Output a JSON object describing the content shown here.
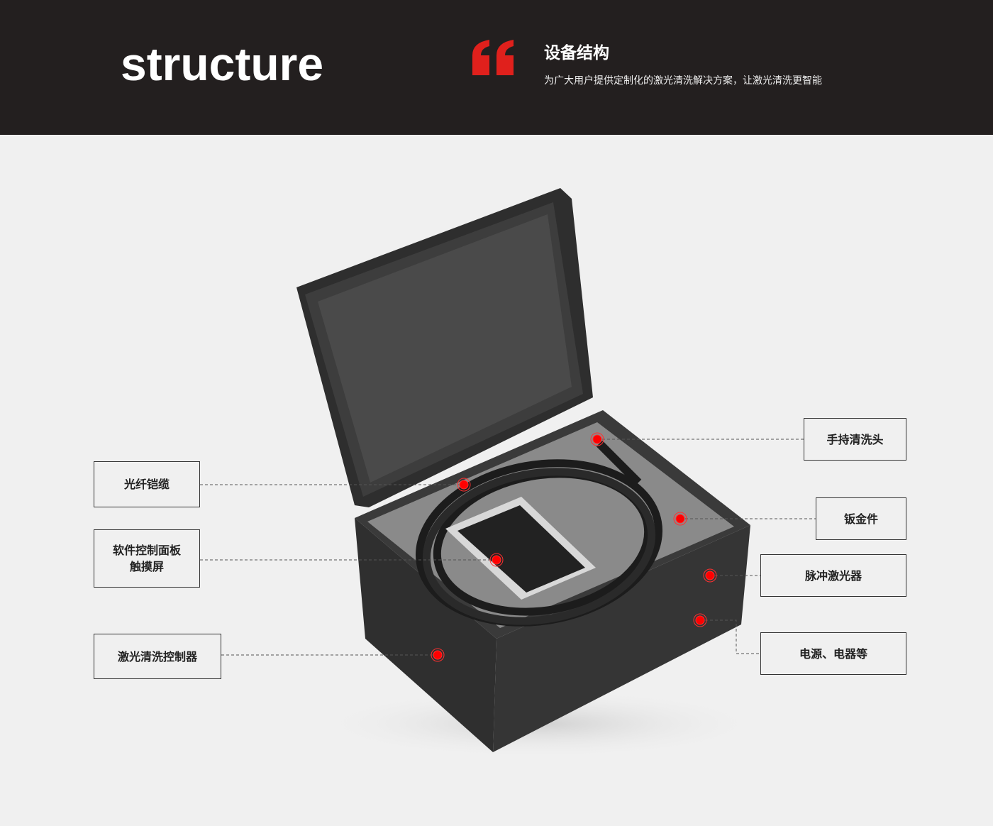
{
  "header": {
    "big_title": "structure",
    "title": "设备结构",
    "subtitle": "为广大用户提供定制化的激光清洗解决方案，让激光清洗更智能",
    "accent": "#e0201c"
  },
  "labels": {
    "fiber_cable": "光纤铠缆",
    "panel_line1": "软件控制面板",
    "panel_line2": "触摸屏",
    "controller": "激光清洗控制器",
    "handheld_head": "手持清洗头",
    "sheet_metal": "钣金件",
    "pulse_laser": "脉冲激光器",
    "power": "电源、电器等"
  }
}
